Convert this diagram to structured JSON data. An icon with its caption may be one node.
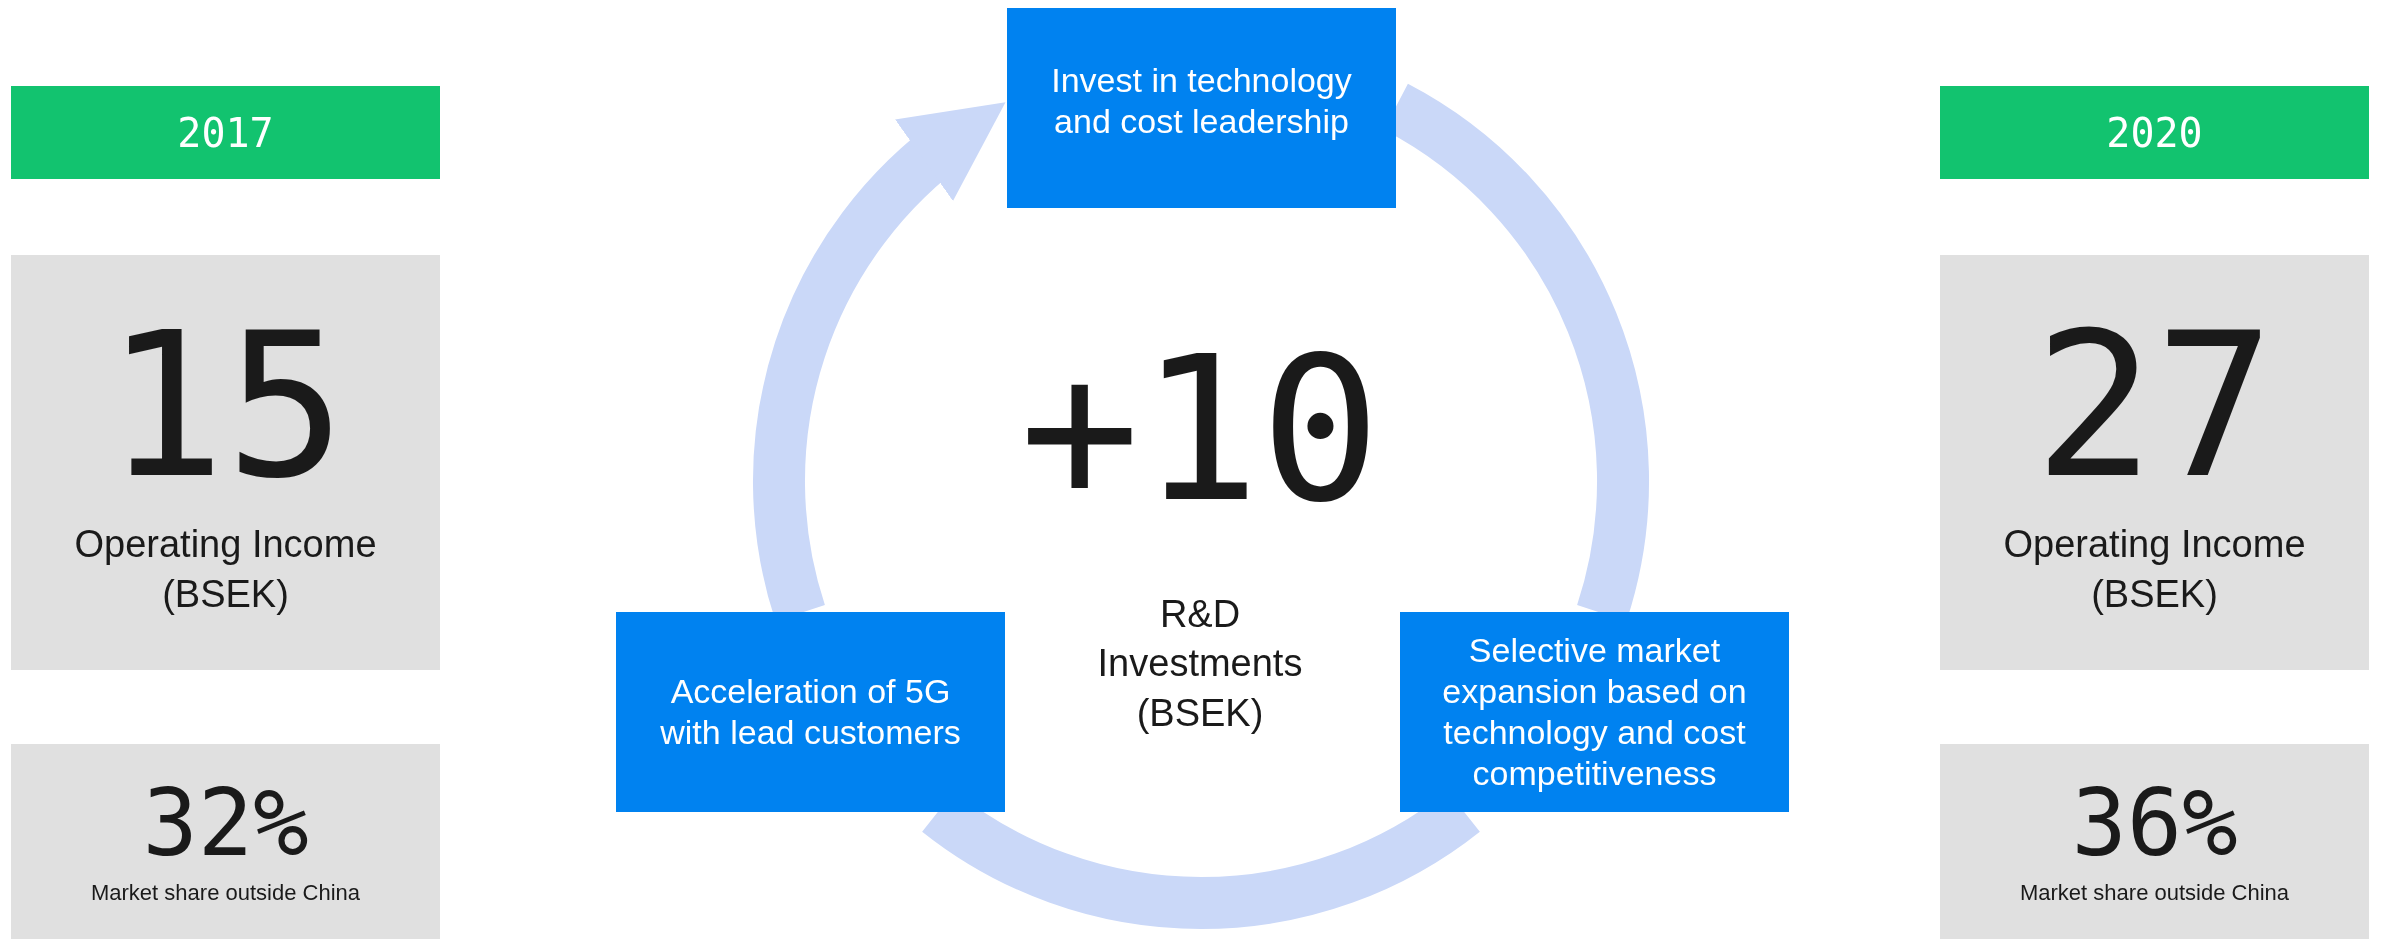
{
  "diagram": {
    "nodes": [
      {
        "text": [
          "2017"
        ]
      },
      {
        "text": [
          "15",
          "Operating Income (BSEK)"
        ]
      },
      {
        "text": [
          "32%",
          "Market share outside China"
        ]
      },
      {
        "text": [
          "Invest in technology and cost leadership"
        ]
      },
      {
        "text": [
          "Acceleration of 5G with lead customers"
        ]
      },
      {
        "text": [
          "Selective market expansion based on technology and cost competitiveness"
        ]
      },
      {
        "text": [
          "2020"
        ]
      },
      {
        "text": [
          "27",
          "Operating Income (BSEK)"
        ]
      },
      {
        "text": [
          "36%",
          "Market share outside China"
        ]
      }
    ],
    "edges": [
      {
        "from": 3,
        "to": 5,
        "arrow": "none"
      },
      {
        "from": 5,
        "to": 4,
        "arrow": "none"
      },
      {
        "from": 4,
        "to": 3,
        "arrow": "to"
      }
    ],
    "labels": [
      "+10",
      "R&D Investments (BSEK)"
    ]
  }
}
